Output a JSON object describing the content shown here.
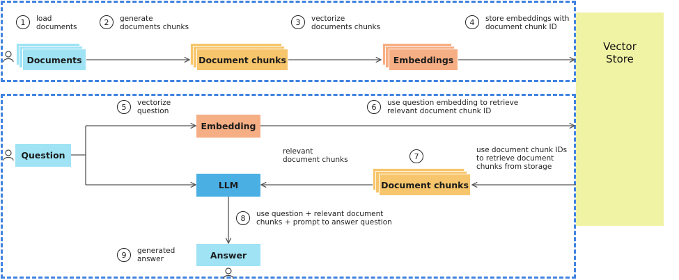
{
  "diagram": {
    "title": "RAG pipeline: indexing and retrieval",
    "colors": {
      "border_dash": "#3f82e0",
      "documents": "#9fe3f5",
      "doc_chunks": "#f7c56b",
      "embeddings": "#f6ae84",
      "llm": "#4ab0e4",
      "answer": "#9fe3f5",
      "vector_store": "#f0f3a4"
    },
    "nodes": {
      "documents": "Documents",
      "document_chunks_top": "Document chunks",
      "embeddings": "Embeddings",
      "question": "Question",
      "embedding": "Embedding",
      "llm": "LLM",
      "document_chunks_bottom": "Document chunks",
      "answer": "Answer",
      "vector_store": "Vector\nStore"
    },
    "steps": [
      {
        "num": "1",
        "text": "load\ndocuments"
      },
      {
        "num": "2",
        "text": "generate\ndocuments chunks"
      },
      {
        "num": "3",
        "text": "vectorize\ndocuments chunks"
      },
      {
        "num": "4",
        "text": "store embeddings with\ndocument chunk ID"
      },
      {
        "num": "5",
        "text": "vectorize\nquestion"
      },
      {
        "num": "6",
        "text": "use question embedding to retrieve\nrelevant document chunk ID"
      },
      {
        "num": "7",
        "text": "use document chunk IDs\nto retrieve document\nchunks from storage"
      },
      {
        "num": "8",
        "text": "use question + relevant document\nchunks + prompt to answer question"
      },
      {
        "num": "9",
        "text": "generated\nanswer"
      }
    ],
    "edge_labels": {
      "relevant_chunks": "relevant\ndocument chunks"
    },
    "icons": {
      "user": "user-icon"
    }
  }
}
